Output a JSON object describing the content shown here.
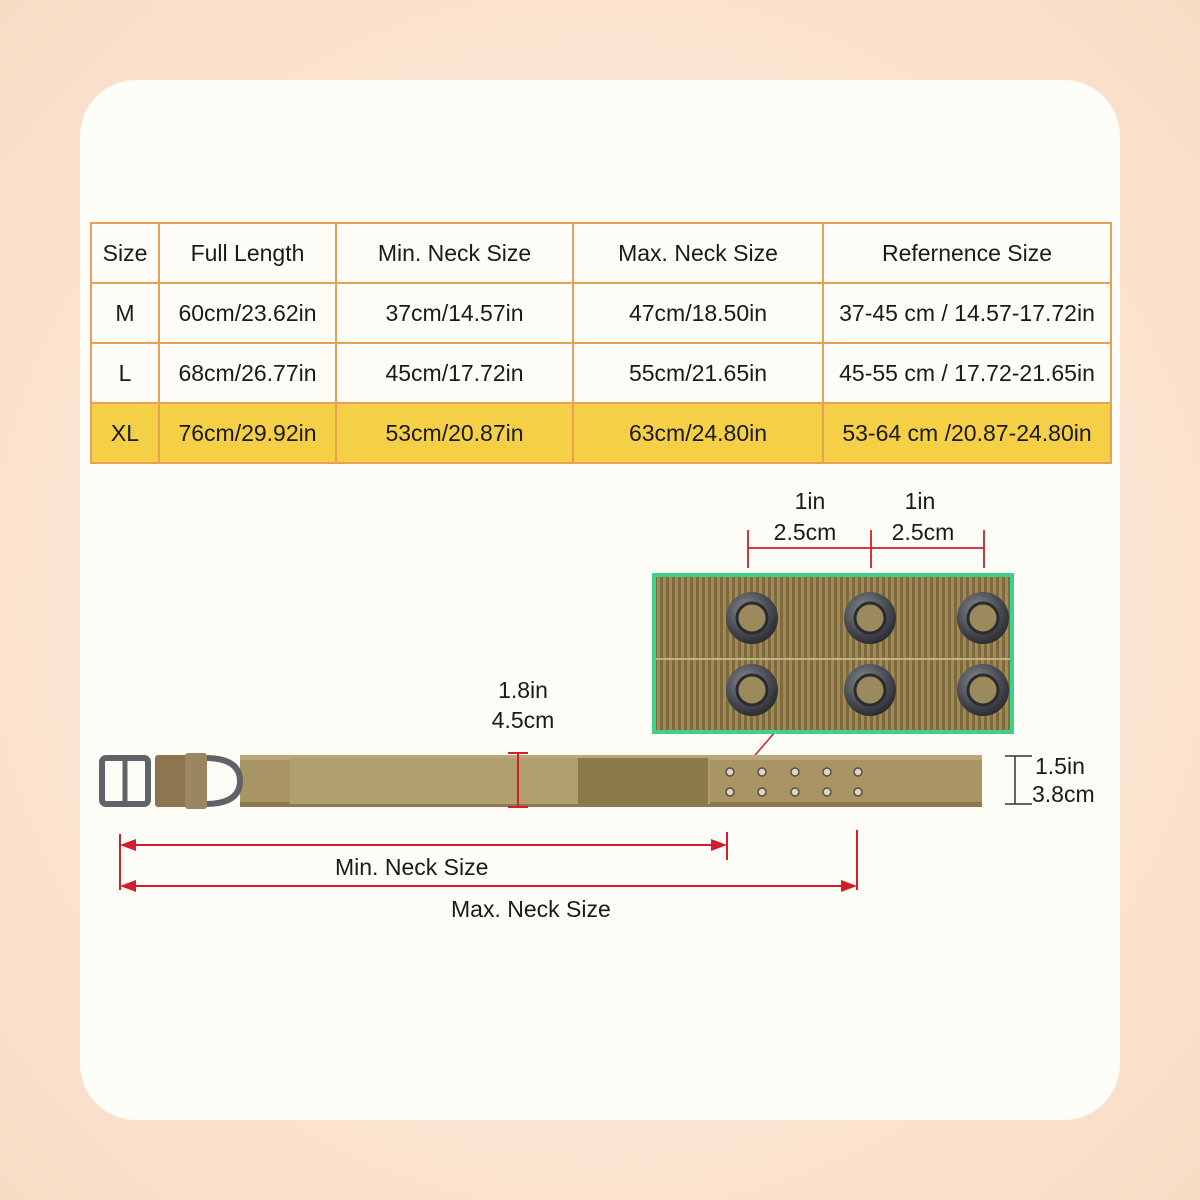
{
  "table": {
    "headers": [
      "Size",
      "Full Length",
      "Min. Neck Size",
      "Max. Neck Size",
      "Refernence Size"
    ],
    "rows": [
      [
        "M",
        "60cm/23.62in",
        "37cm/14.57in",
        "47cm/18.50in",
        "37-45 cm / 14.57-17.72in"
      ],
      [
        "L",
        "68cm/26.77in",
        "45cm/17.72in",
        "55cm/21.65in",
        "45-55 cm / 17.72-21.65in"
      ],
      [
        "XL",
        "76cm/29.92in",
        "53cm/20.87in",
        "63cm/24.80in",
        "53-64 cm /20.87-24.80in"
      ]
    ],
    "highlight_row": 2
  },
  "diagram": {
    "spacing_1_in": "1in",
    "spacing_1_cm": "2.5cm",
    "spacing_2_in": "1in",
    "spacing_2_cm": "2.5cm",
    "width_in": "1.8in",
    "width_cm": "4.5cm",
    "thickness_in": "1.5in",
    "thickness_cm": "3.8cm",
    "min_label": "Min. Neck Size",
    "max_label": "Max. Neck Size"
  },
  "colors": {
    "accent_border": "#e8a055",
    "highlight": "#f5cf45",
    "dimension_line": "#d01e2a",
    "collar": "#a89464",
    "zoom_frame": "#3fd08a"
  }
}
